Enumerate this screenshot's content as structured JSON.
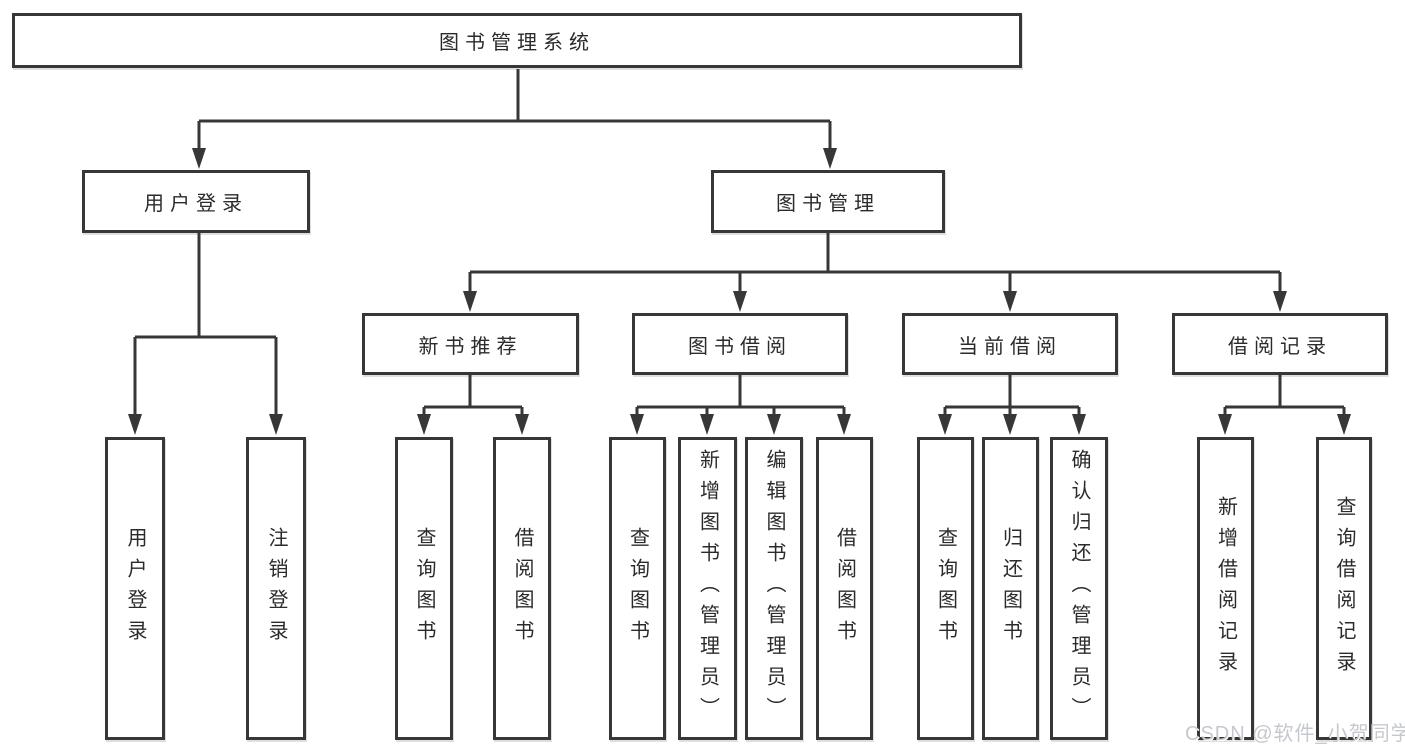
{
  "diagram_type": "hierarchy-tree",
  "title": "图书管理系统",
  "colors": {
    "line": "#373737",
    "box_border": "#373737",
    "box_background": "#ffffff",
    "text": "#2b2b2b",
    "watermark": "#c5c8ce",
    "background": "#ffffff"
  },
  "nodes": {
    "root": {
      "label": "图书管理系统"
    },
    "level2": [
      {
        "label": "用户登录",
        "parent": "图书管理系统"
      },
      {
        "label": "图书管理",
        "parent": "图书管理系统"
      }
    ],
    "level3": [
      {
        "label": "新书推荐",
        "parent": "图书管理"
      },
      {
        "label": "图书借阅",
        "parent": "图书管理"
      },
      {
        "label": "当前借阅",
        "parent": "图书管理"
      },
      {
        "label": "借阅记录",
        "parent": "图书管理"
      }
    ],
    "leaves": [
      {
        "label": "用户登录",
        "parent": "用户登录"
      },
      {
        "label": "注销登录",
        "parent": "用户登录"
      },
      {
        "label": "查询图书",
        "parent": "新书推荐"
      },
      {
        "label": "借阅图书",
        "parent": "新书推荐"
      },
      {
        "label": "查询图书",
        "parent": "图书借阅"
      },
      {
        "label": "新增图书（管理员）",
        "parent": "图书借阅"
      },
      {
        "label": "编辑图书（管理员）",
        "parent": "图书借阅"
      },
      {
        "label": "借阅图书",
        "parent": "图书借阅"
      },
      {
        "label": "查询图书",
        "parent": "当前借阅"
      },
      {
        "label": "归还图书",
        "parent": "当前借阅"
      },
      {
        "label": "确认归还（管理员）",
        "parent": "当前借阅"
      },
      {
        "label": "新增借阅记录",
        "parent": "借阅记录"
      },
      {
        "label": "查询借阅记录",
        "parent": "借阅记录"
      }
    ]
  },
  "watermark": {
    "text": "CSDN @软件_小贺同学"
  }
}
